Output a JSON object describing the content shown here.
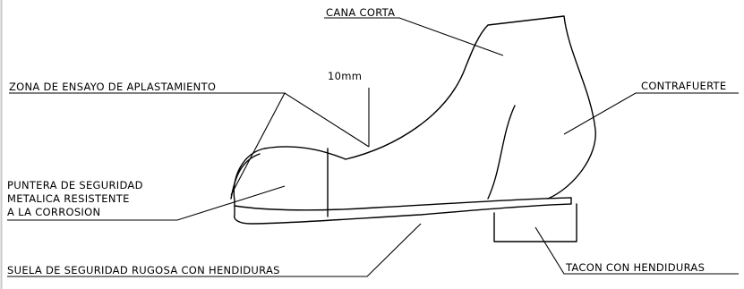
{
  "labels": {
    "cana_corta": "CANA CORTA",
    "dimension": "10mm",
    "zona_ensayo": "ZONA DE ENSAYO DE APLASTAMIENTO",
    "contrafuerte": "CONTRAFUERTE",
    "puntera_line1": "PUNTERA DE SEGURIDAD",
    "puntera_line2": "METALICA RESISTENTE",
    "puntera_line3": "A LA CORROSION",
    "suela": "SUELA DE SEGURIDAD RUGOSA CON HENDIDURAS",
    "tacon": "TACON CON HENDIDURAS"
  }
}
